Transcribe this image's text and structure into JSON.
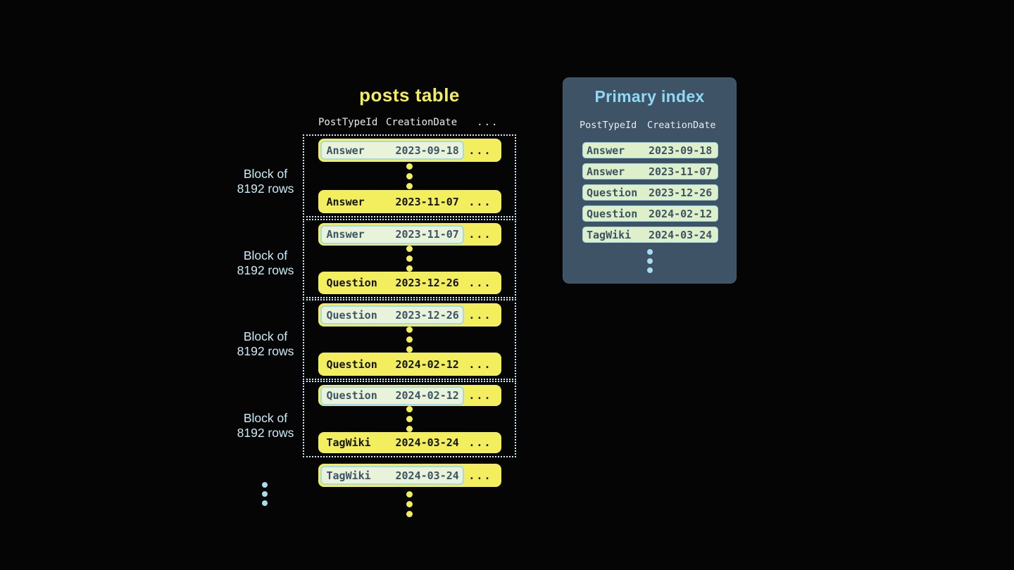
{
  "colors": {
    "background": "#050505",
    "accent_yellow": "#f2ee5e",
    "highlight_fill": "#e9f3da",
    "highlight_border": "#a5d9ec",
    "dark_slate_text": "#3d5366",
    "panel_background": "#3e5366",
    "panel_title_blue": "#8fd9f3",
    "index_row_fill": "#def0ca",
    "index_row_border": "#9cd3e6",
    "block_label_blue": "#c9ebf7",
    "dotted_outline_blue": "#cfeef7"
  },
  "posts_table": {
    "title": "posts table",
    "headers": {
      "post_type_id": "PostTypeId",
      "creation_date": "CreationDate",
      "more": "..."
    },
    "block_label": {
      "line1": "Block of",
      "line2": "8192 rows"
    },
    "row_ellipsis": "...",
    "blocks": [
      {
        "first_row": {
          "post_type": "Answer",
          "creation_date": "2023-09-18"
        },
        "last_row": {
          "post_type": "Answer",
          "creation_date": "2023-11-07"
        }
      },
      {
        "first_row": {
          "post_type": "Answer",
          "creation_date": "2023-11-07"
        },
        "last_row": {
          "post_type": "Question",
          "creation_date": "2023-12-26"
        }
      },
      {
        "first_row": {
          "post_type": "Question",
          "creation_date": "2023-12-26"
        },
        "last_row": {
          "post_type": "Question",
          "creation_date": "2024-02-12"
        }
      },
      {
        "first_row": {
          "post_type": "Question",
          "creation_date": "2024-02-12"
        },
        "last_row": {
          "post_type": "TagWiki",
          "creation_date": "2024-03-24"
        }
      }
    ],
    "next_block_first_row": {
      "post_type": "TagWiki",
      "creation_date": "2024-03-24"
    }
  },
  "primary_index": {
    "title": "Primary index",
    "headers": {
      "post_type_id": "PostTypeId",
      "creation_date": "CreationDate"
    },
    "rows": [
      {
        "post_type": "Answer",
        "creation_date": "2023-09-18"
      },
      {
        "post_type": "Answer",
        "creation_date": "2023-11-07"
      },
      {
        "post_type": "Question",
        "creation_date": "2023-12-26"
      },
      {
        "post_type": "Question",
        "creation_date": "2024-02-12"
      },
      {
        "post_type": "TagWiki",
        "creation_date": "2024-03-24"
      }
    ]
  }
}
